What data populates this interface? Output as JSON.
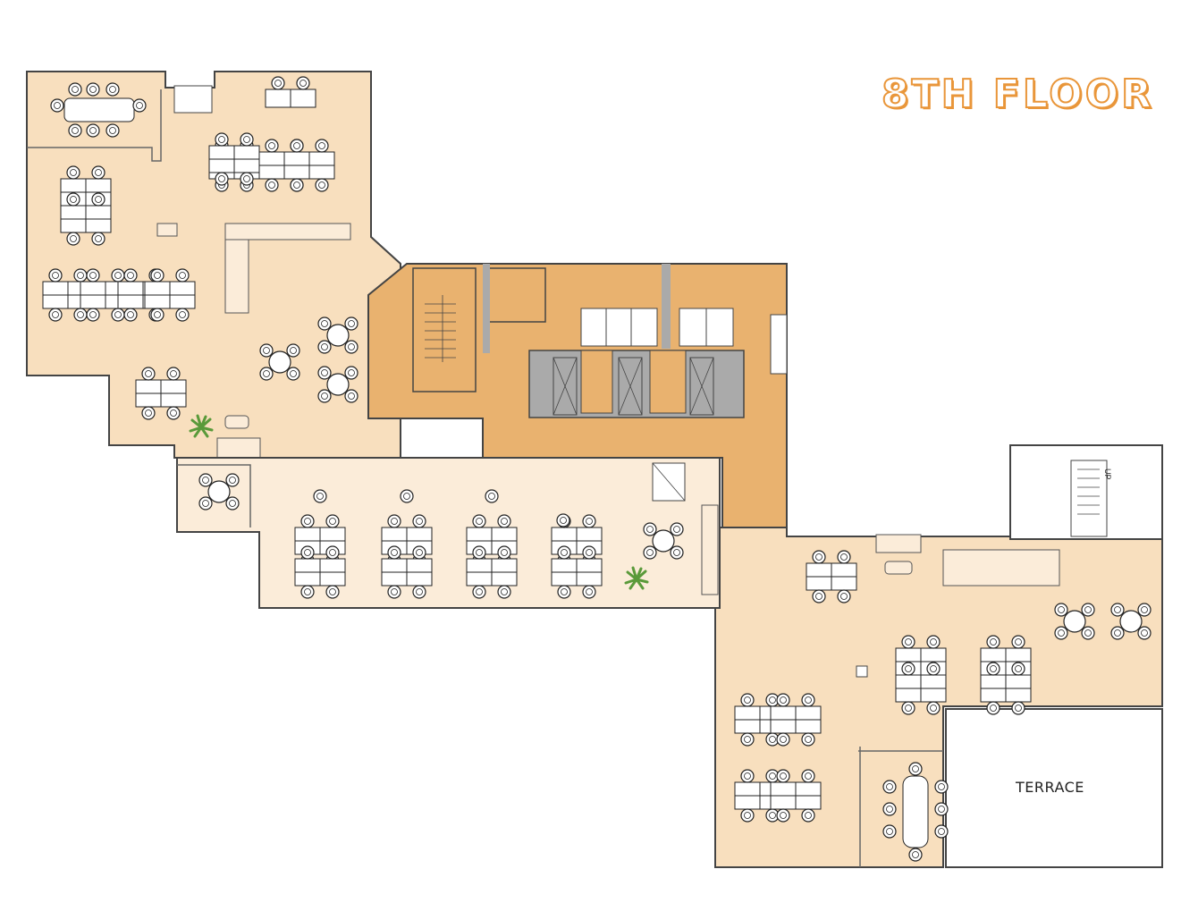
{
  "title": "8TH FLOOR",
  "labels": {
    "terrace": "TERRACE",
    "stair_up": "UP"
  },
  "colors": {
    "office": "#f8dfbe",
    "office_light": "#fbecd9",
    "core": "#e9b26f",
    "shaft": "#aaaaaa",
    "title": "#e9963a",
    "wall": "#444444"
  }
}
